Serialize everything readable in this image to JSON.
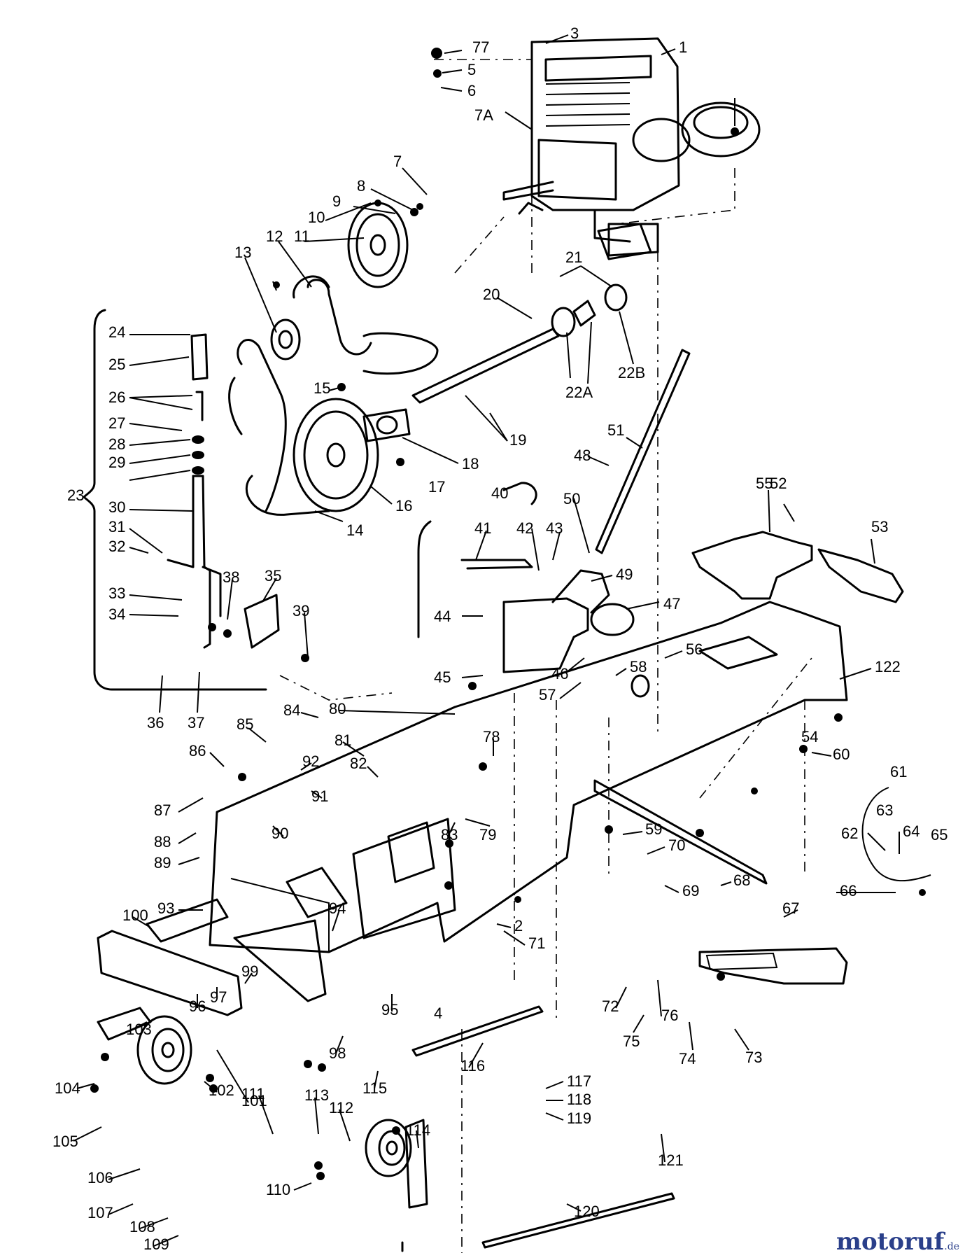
{
  "diagram": {
    "labels": [
      "1",
      "2",
      "3",
      "4",
      "5",
      "6",
      "7",
      "7A",
      "8",
      "9",
      "10",
      "11",
      "12",
      "13",
      "14",
      "15",
      "16",
      "17",
      "18",
      "19",
      "20",
      "21",
      "22A",
      "22B",
      "23",
      "24",
      "25",
      "26",
      "27",
      "28",
      "29",
      "30",
      "31",
      "32",
      "33",
      "34",
      "35",
      "36",
      "37",
      "38",
      "39",
      "40",
      "41",
      "42",
      "43",
      "44",
      "45",
      "46",
      "47",
      "48",
      "49",
      "50",
      "51",
      "52",
      "53",
      "54",
      "55",
      "56",
      "57",
      "58",
      "59",
      "60",
      "61",
      "62",
      "63",
      "64",
      "65",
      "66",
      "67",
      "68",
      "69",
      "70",
      "71",
      "72",
      "73",
      "74",
      "75",
      "76",
      "77",
      "78",
      "79",
      "80",
      "81",
      "82",
      "83",
      "84",
      "85",
      "86",
      "87",
      "88",
      "89",
      "90",
      "91",
      "92",
      "93",
      "94",
      "95",
      "96",
      "97",
      "98",
      "99",
      "100",
      "101",
      "102",
      "103",
      "104",
      "105",
      "106",
      "107",
      "108",
      "109",
      "110",
      "111",
      "112",
      "113",
      "114",
      "115",
      "116",
      "117",
      "118",
      "119",
      "120",
      "121",
      "122"
    ]
  },
  "watermark": {
    "brand": "motoruf",
    "suffix": ".de"
  }
}
